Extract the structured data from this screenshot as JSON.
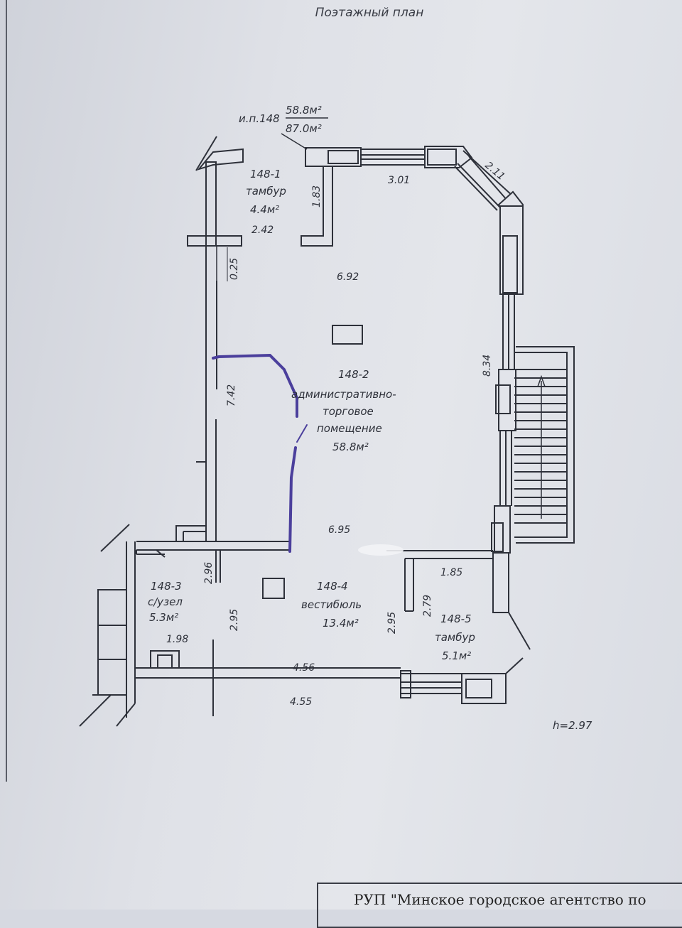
{
  "header": {
    "title": "Поэтажный план"
  },
  "unit": {
    "label": "и.п.148",
    "area_main": "58.8м²",
    "area_total": "87.0м²"
  },
  "rooms": [
    {
      "id": "148-1",
      "name": "тамбур",
      "area": "4.4м²"
    },
    {
      "id": "148-2",
      "name_line1": "административно-",
      "name_line2": "торговое",
      "name_line3": "помещение",
      "area": "58.8м²"
    },
    {
      "id": "148-3",
      "name": "с/узел",
      "area": "5.3м²"
    },
    {
      "id": "148-4",
      "name": "вестибюль",
      "area": "13.4м²"
    },
    {
      "id": "148-5",
      "name": "тамбур",
      "area": "5.1м²"
    }
  ],
  "dimensions": {
    "d_301": "3.01",
    "d_211": "2.11",
    "d_183": "1.83",
    "d_242": "2.42",
    "d_025": "0.25",
    "d_692": "6.92",
    "d_834": "8.34",
    "d_742": "7.42",
    "d_695": "6.95",
    "d_296": "2.96",
    "d_295a": "2.95",
    "d_295b": "2.95",
    "d_185": "1.85",
    "d_279": "2.79",
    "d_198": "1.98",
    "d_456": "4.56",
    "d_455": "4.55"
  },
  "height": "h=2.97",
  "stamp": {
    "text": "РУП \"Минское городское агентство по"
  },
  "colors": {
    "ink": "#2e313a",
    "marker": "#4b3f9c",
    "paper": "#e2e4ea"
  }
}
